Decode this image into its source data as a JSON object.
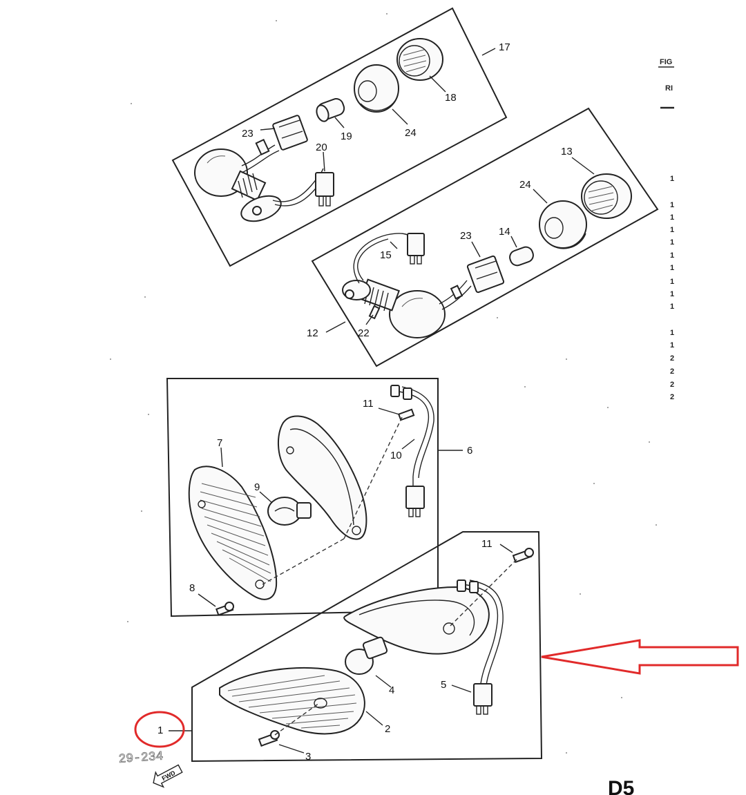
{
  "side_panel": {
    "header_1": "FIG",
    "header_2": "RI",
    "row_numbers": [
      "1",
      "1",
      "1",
      "1",
      "1",
      "1",
      "1",
      "1",
      "1",
      "1",
      "1",
      "1",
      "2",
      "2",
      "2",
      "2"
    ]
  },
  "callouts": {
    "c1": "1",
    "c2": "2",
    "c3": "3",
    "c4": "4",
    "c5": "5",
    "c6": "6",
    "c7": "7",
    "c8": "8",
    "c9": "9",
    "c10": "10",
    "c11a": "11",
    "c11b": "11",
    "c12": "12",
    "c13": "13",
    "c14": "14",
    "c15": "15",
    "c17": "17",
    "c18": "18",
    "c19": "19",
    "c20": "20",
    "c22": "22",
    "c23a": "23",
    "c23b": "23",
    "c24a": "24",
    "c24b": "24"
  },
  "fwd_label": "FWD",
  "stamp_text": "29-234",
  "page_code": "D5",
  "annotation": {
    "circle_color": "#e12a2a",
    "arrow_color": "#e12a2a",
    "circled_item": "1"
  }
}
